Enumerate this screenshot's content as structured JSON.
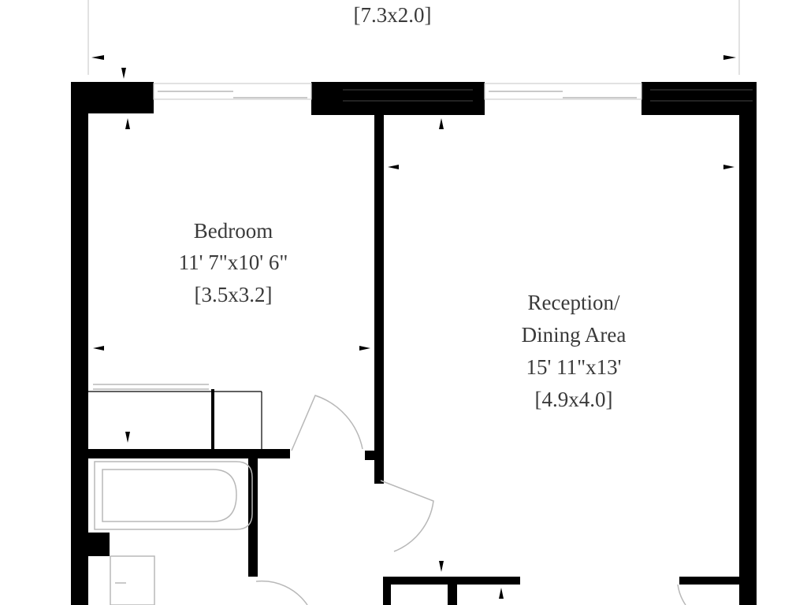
{
  "overall_dimension": "[7.3x2.0]",
  "rooms": {
    "bedroom": {
      "name": "Bedroom",
      "size_imperial": "11' 7\"x10' 6\"",
      "size_metric": "[3.5x3.2]"
    },
    "reception": {
      "name_line1": "Reception/",
      "name_line2": "Dining Area",
      "size_imperial": "15' 11\"x13'",
      "size_metric": "[4.9x4.0]"
    }
  },
  "colors": {
    "wall": "#000000",
    "text": "#3a3a3a",
    "fixture_outline": "#b8b8b8",
    "background": "#ffffff"
  }
}
